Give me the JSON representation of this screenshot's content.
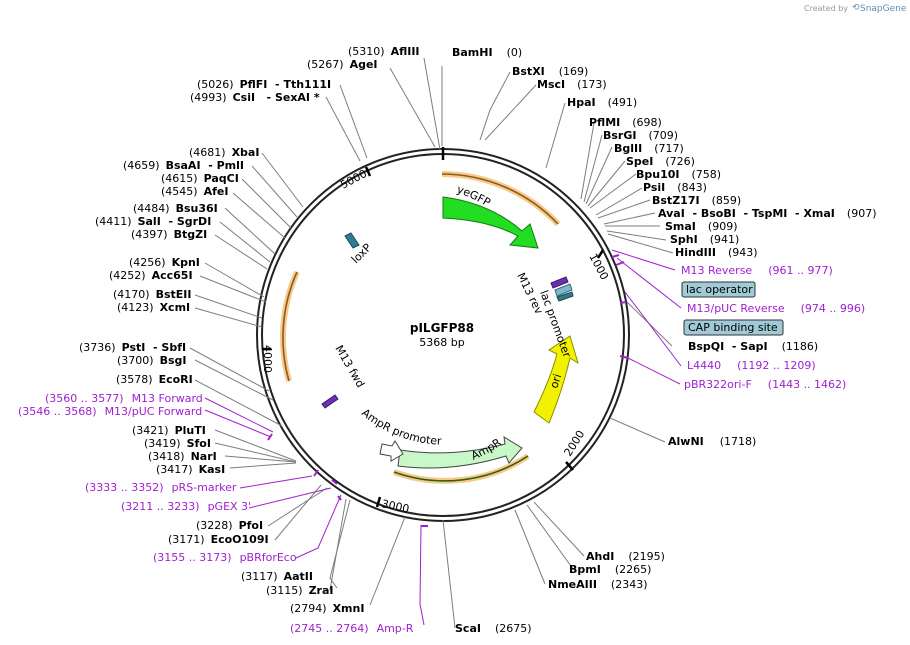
{
  "credit": {
    "prefix": "Created by",
    "brand": "SnapGene"
  },
  "plasmid": {
    "name": "pILGFP88",
    "size": "5368 bp"
  },
  "ticks": [
    "1000",
    "2000",
    "3000",
    "4000",
    "5000"
  ],
  "enzymes": {
    "afliii": {
      "pos": "(5310)",
      "name": "AflIII"
    },
    "agei": {
      "pos": "(5267)",
      "name": "AgeI"
    },
    "bamhi": {
      "name": "BamHI",
      "pos": "(0)"
    },
    "bstxi": {
      "name": "BstXI",
      "pos": "(169)"
    },
    "msci": {
      "name": "MscI",
      "pos": "(173)"
    },
    "hpai": {
      "name": "HpaI",
      "pos": "(491)"
    },
    "pflmi": {
      "name": "PflMI",
      "pos": "(698)"
    },
    "bsrgi": {
      "name": "BsrGI",
      "pos": "(709)"
    },
    "bglii": {
      "name": "BglII",
      "pos": "(717)"
    },
    "spei": {
      "name": "SpeI",
      "pos": "(726)"
    },
    "bpu10i": {
      "name": "Bpu10I",
      "pos": "(758)"
    },
    "psii": {
      "name": "PsiI",
      "pos": "(843)"
    },
    "bstz17i": {
      "name": "BstZ17I",
      "pos": "(859)"
    },
    "aval_group": {
      "name": "AvaI  - BsoBI  - TspMI  - XmaI",
      "pos": "(907)"
    },
    "smai": {
      "name": "SmaI",
      "pos": "(909)"
    },
    "sphi": {
      "name": "SphI",
      "pos": "(941)"
    },
    "hindiii": {
      "name": "HindIII",
      "pos": "(943)"
    },
    "bspqi_group": {
      "name": "BspQI  - SapI",
      "pos": "(1186)"
    },
    "alwni": {
      "name": "AlwNI",
      "pos": "(1718)"
    },
    "ahdi": {
      "name": "AhdI",
      "pos": "(2195)"
    },
    "bpmi": {
      "name": "BpmI",
      "pos": "(2265)"
    },
    "nmeaiii": {
      "name": "NmeAIII",
      "pos": "(2343)"
    },
    "scai": {
      "name": "ScaI",
      "pos": "(2675)"
    },
    "xmni": {
      "pos": "(2794)",
      "name": "XmnI"
    },
    "aatii": {
      "pos": "(3117)",
      "name": "AatII"
    },
    "zrai": {
      "pos": "(3115)",
      "name": "ZraI"
    },
    "pfoi": {
      "pos": "(3228)",
      "name": "PfoI"
    },
    "eco0109i": {
      "pos": "(3171)",
      "name": "EcoO109I"
    },
    "pluti": {
      "pos": "(3421)",
      "name": "PluTI"
    },
    "sfoi": {
      "pos": "(3419)",
      "name": "SfoI"
    },
    "nari": {
      "pos": "(3418)",
      "name": "NarI"
    },
    "kasi": {
      "pos": "(3417)",
      "name": "KasI"
    },
    "ecori": {
      "pos": "(3578)",
      "name": "EcoRI"
    },
    "bsgi": {
      "pos": "(3700)",
      "name": "BsgI"
    },
    "psti_group": {
      "pos": "(3736)",
      "name": "PstI  - SbfI"
    },
    "xcmi": {
      "pos": "(4123)",
      "name": "XcmI"
    },
    "bsteii": {
      "pos": "(4170)",
      "name": "BstEII"
    },
    "acc65i": {
      "pos": "(4252)",
      "name": "Acc65I"
    },
    "kpni": {
      "pos": "(4256)",
      "name": "KpnI"
    },
    "btgzi": {
      "pos": "(4397)",
      "name": "BtgZI"
    },
    "sali_group": {
      "pos": "(4411)",
      "name": "SalI  - SgrDI"
    },
    "bsu36i": {
      "pos": "(4484)",
      "name": "Bsu36I"
    },
    "afei": {
      "pos": "(4545)",
      "name": "AfeI"
    },
    "paqci": {
      "pos": "(4615)",
      "name": "PaqCI"
    },
    "bsaai_group": {
      "pos": "(4659)",
      "name": "BsaAI  - PmlI"
    },
    "xbai": {
      "pos": "(4681)",
      "name": "XbaI"
    },
    "csii_group": {
      "pos": "(4993)",
      "name": "CsiI   - SexAI *"
    },
    "pflfi_group": {
      "pos": "(5026)",
      "name": "PflFI  - Tth111I"
    }
  },
  "primers": {
    "m13_reverse": {
      "name": "M13 Reverse",
      "range": "(961 .. 977)"
    },
    "m13_puc_reverse": {
      "name": "M13/pUC Reverse",
      "range": "(974 .. 996)"
    },
    "l4440": {
      "name": "L4440",
      "range": "(1192 .. 1209)"
    },
    "pbr322ori_f": {
      "name": "pBR322ori-F",
      "range": "(1443 .. 1462)"
    },
    "amp_r": {
      "range": "(2745 .. 2764)",
      "name": "Amp-R"
    },
    "pbrforeco": {
      "range": "(3155 .. 3173)",
      "name": "pBRforEco"
    },
    "pgex3": {
      "range": "(3211 .. 3233)",
      "name": "pGEX 3'"
    },
    "prs_marker": {
      "range": "(3333 .. 3352)",
      "name": "pRS-marker"
    },
    "m13_puc_forward": {
      "range": "(3546 .. 3568)",
      "name": "M13/pUC Forward"
    },
    "m13_forward": {
      "range": "(3560 .. 3577)",
      "name": "M13 Forward"
    }
  },
  "boxed_features": {
    "lac_operator": "lac operator",
    "cap_site": "CAP binding site"
  },
  "features": {
    "yegfp": "yeGFP",
    "loxp": "loxP",
    "m13rev": "M13 rev",
    "lac_promoter": "lac promoter",
    "ori": "ori",
    "ampr": "AmpR",
    "ampr_promoter": "AmpR promoter",
    "m13fwd": "M13 fwd"
  },
  "colors": {
    "yegfp": "#22dd22",
    "ori": "#f2f200",
    "ampr": "#c8f7c8",
    "ampr_promoter": "#ffffff",
    "loxp": "#2e7d8c",
    "box_fill": "#9fcad6",
    "primer": "#a020d0",
    "orf": "#f7c98b"
  }
}
